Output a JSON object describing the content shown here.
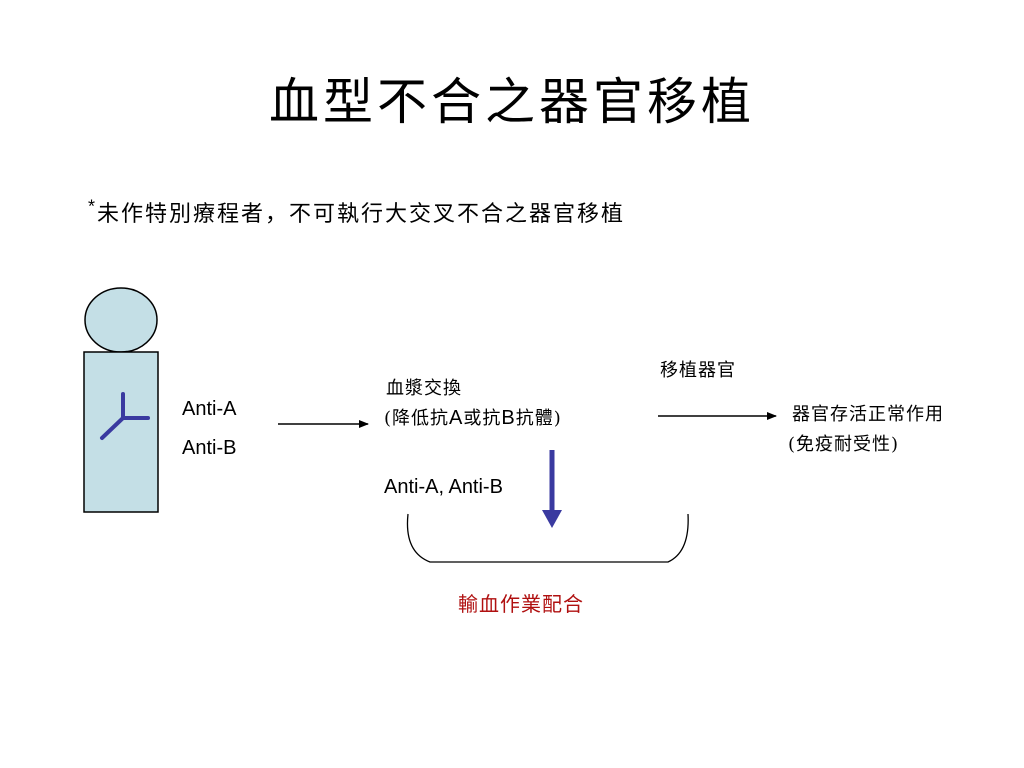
{
  "slide": {
    "title": "血型不合之器官移植",
    "note_star": "*",
    "note_text": "未作特別療程者，不可執行大交叉不合之器官移植"
  },
  "recipient": {
    "antibody_1": "Anti-A",
    "antibody_2": "Anti-B"
  },
  "plasma_exchange": {
    "line_1": "血漿交換",
    "line_2_open": "(降低抗",
    "line_2_a": "A",
    "line_2_or": "或抗",
    "line_2_b": "B",
    "line_2_close": "抗體)"
  },
  "removed_antibodies": "Anti-A, Anti-B",
  "transplant_label": "移植器官",
  "outcome": {
    "line_1": "器官存活正常作用",
    "line_2": "(免疫耐受性)"
  },
  "bracket_label": "輸血作業配合",
  "colors": {
    "figure_fill": "#c4dfe6",
    "figure_stroke": "#000000",
    "antibody_stroke": "#3a3aa0",
    "down_arrow": "#3a3aa0",
    "bracket_label_color": "#b01010"
  }
}
